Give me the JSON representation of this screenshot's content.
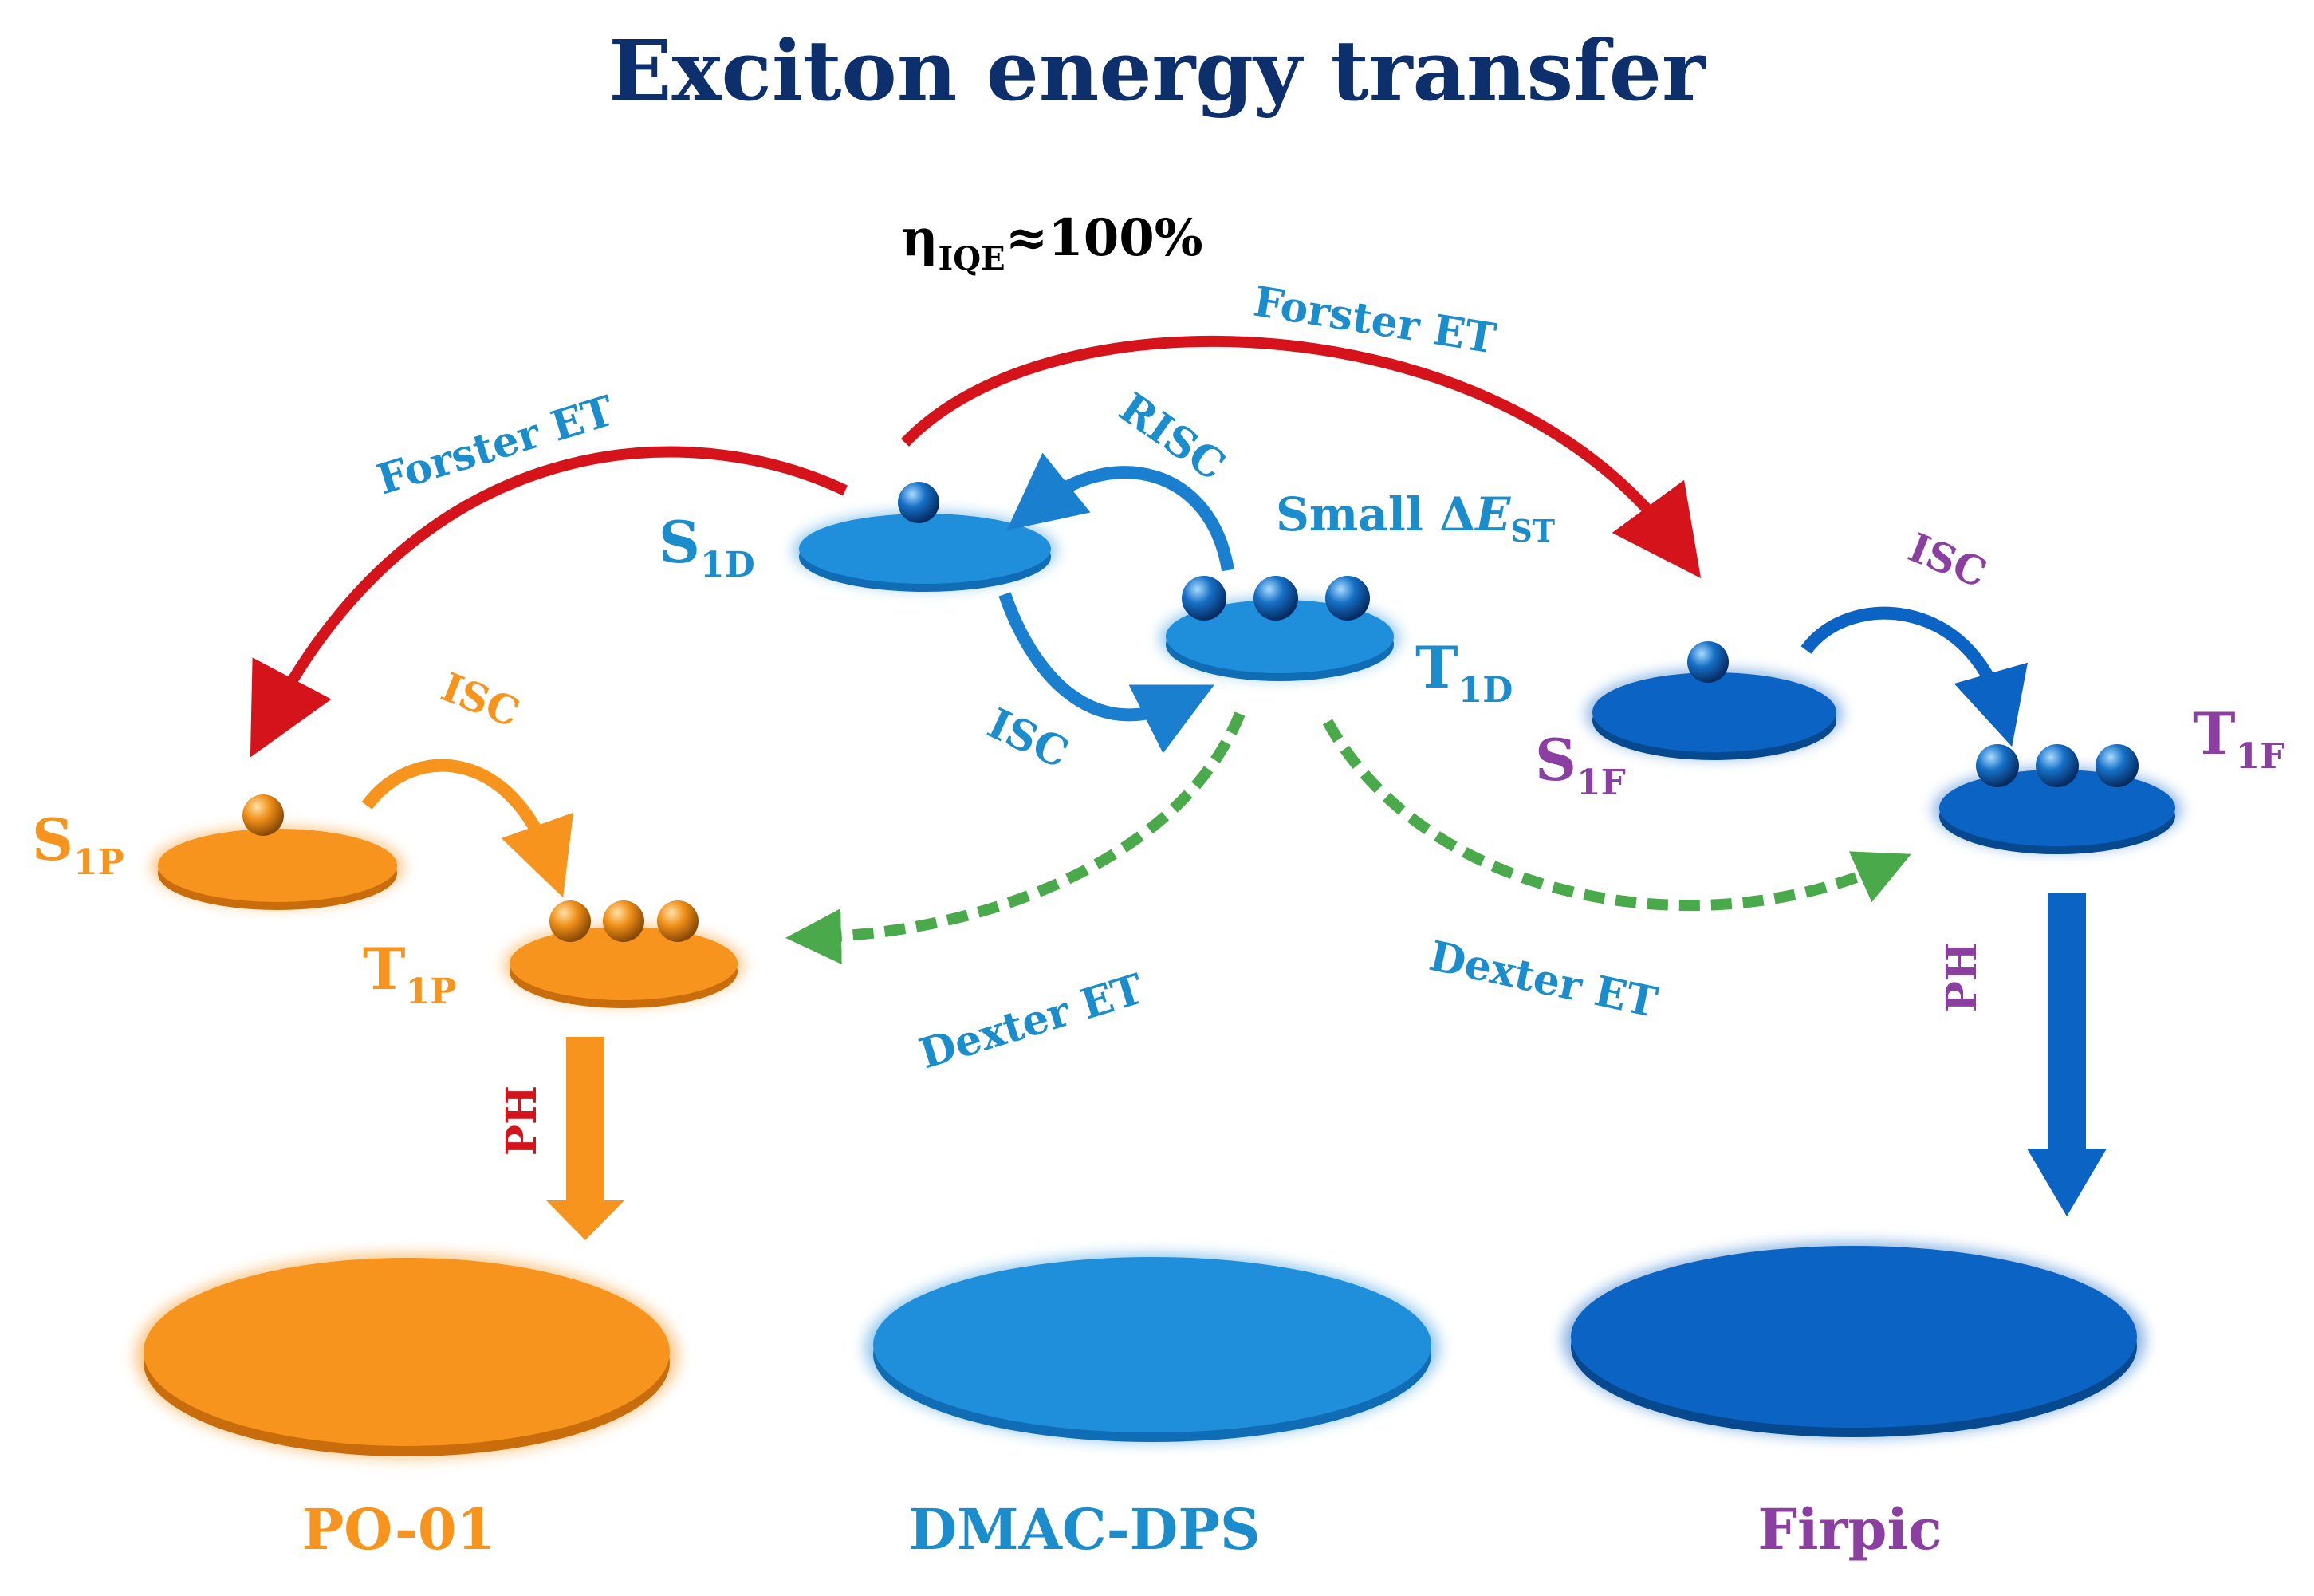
{
  "title": "Exciton energy transfer",
  "efficiency": {
    "symbol": "η",
    "subscript": "IQE",
    "value": "≈100%"
  },
  "states": {
    "s1d": {
      "main": "S",
      "sub": "1D"
    },
    "t1d": {
      "main": "T",
      "sub": "1D"
    },
    "s1p": {
      "main": "S",
      "sub": "1P"
    },
    "t1p": {
      "main": "T",
      "sub": "1P"
    },
    "s1f": {
      "main": "S",
      "sub": "1F"
    },
    "t1f": {
      "main": "T",
      "sub": "1F"
    }
  },
  "processes": {
    "forster_left": "Forster ET",
    "forster_right": "Forster ET",
    "risc": "RISC",
    "isc_center": "ISC",
    "isc_left": "ISC",
    "isc_right": "ISC",
    "small_delta_prefix": "Small Δ",
    "small_delta_e": "E",
    "small_delta_sub": "ST",
    "dexter_left": "Dexter ET",
    "dexter_right": "Dexter ET",
    "ph_left": "PH",
    "ph_right": "PH"
  },
  "materials": {
    "left": "PO-01",
    "center": "DMAC-DPS",
    "right": "Firpic"
  },
  "colors": {
    "title": "#0d2f6b",
    "orange": "#f7941d",
    "light_blue": "#1f8fdc",
    "dark_blue": "#0b63c4",
    "red": "#d4131b",
    "green": "#4aa94a",
    "purple": "#8b3fa0",
    "label_blue": "#1b8ccc"
  }
}
